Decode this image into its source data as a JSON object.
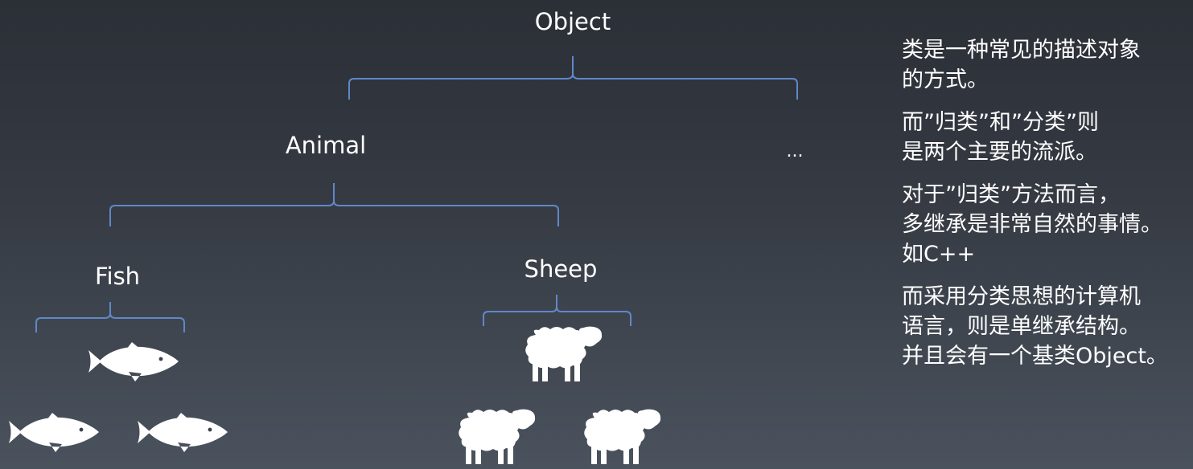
{
  "tree": {
    "root": "Object",
    "level1": [
      "Animal",
      "..."
    ],
    "level2": [
      "Fish",
      "Sheep"
    ]
  },
  "notes": [
    "类是一种常见的描述对象\n的方式。",
    "而”归类”和”分类”则\n是两个主要的流派。",
    "对于”归类”方法而言，\n多继承是非常自然的事情。\n如C++",
    "而采用分类思想的计算机\n语言，则是单继承结构。\n并且会有一个基类Object。"
  ],
  "icons": {
    "fish": "fish-icon",
    "sheep": "sheep-icon"
  },
  "colors": {
    "background_top": "#2b2f36",
    "background_bottom": "#4a525d",
    "brace": "#5f88c8",
    "text": "#ffffff",
    "animal_fill": "#ffffff"
  }
}
